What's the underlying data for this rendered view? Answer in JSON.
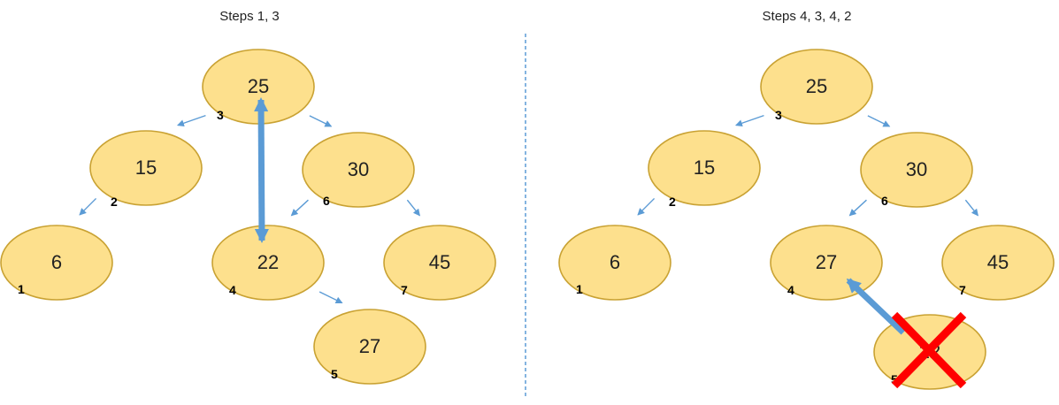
{
  "colors": {
    "node_fill": "#fde08d",
    "node_stroke": "#c9a233",
    "edge": "#5b9bd5",
    "divider": "#5b9bd5",
    "cross": "#ff0000"
  },
  "panels": [
    {
      "title": "Steps 1, 3",
      "nodes": [
        {
          "id": "n25",
          "value": "25",
          "order": "3"
        },
        {
          "id": "n15",
          "value": "15",
          "order": "2"
        },
        {
          "id": "n30",
          "value": "30",
          "order": "6"
        },
        {
          "id": "n6",
          "value": "6",
          "order": "1"
        },
        {
          "id": "n22",
          "value": "22",
          "order": "4"
        },
        {
          "id": "n45",
          "value": "45",
          "order": "7"
        },
        {
          "id": "n27",
          "value": "27",
          "order": "5"
        }
      ],
      "edges": [
        [
          "n25",
          "n15"
        ],
        [
          "n25",
          "n30"
        ],
        [
          "n15",
          "n6"
        ],
        [
          "n30",
          "n22"
        ],
        [
          "n30",
          "n45"
        ],
        [
          "n22",
          "n27"
        ]
      ],
      "swap": {
        "from": "n25",
        "to": "n22",
        "direction": "both"
      },
      "crossed": null
    },
    {
      "title": "Steps 4, 3, 4, 2",
      "nodes": [
        {
          "id": "n25",
          "value": "25",
          "order": "3"
        },
        {
          "id": "n15",
          "value": "15",
          "order": "2"
        },
        {
          "id": "n30",
          "value": "30",
          "order": "6"
        },
        {
          "id": "n6",
          "value": "6",
          "order": "1"
        },
        {
          "id": "n27",
          "value": "27",
          "order": "4"
        },
        {
          "id": "n45",
          "value": "45",
          "order": "7"
        },
        {
          "id": "n22",
          "value": "22",
          "order": "5"
        }
      ],
      "edges": [
        [
          "n25",
          "n15"
        ],
        [
          "n25",
          "n30"
        ],
        [
          "n15",
          "n6"
        ],
        [
          "n30",
          "n27"
        ],
        [
          "n30",
          "n45"
        ]
      ],
      "swap": {
        "from": "n22",
        "to": "n27",
        "direction": "to"
      },
      "crossed": "n22"
    }
  ]
}
